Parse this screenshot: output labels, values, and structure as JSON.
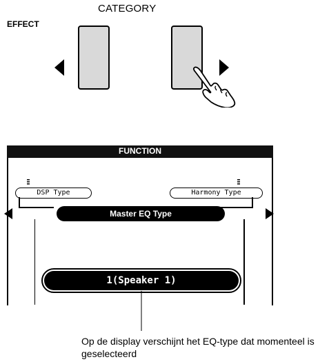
{
  "category": {
    "title": "CATEGORY"
  },
  "lcd": {
    "header": "FUNCTION",
    "effect_label": "EFFECT",
    "items": [
      {
        "label": "DSP Type"
      },
      {
        "label": "Harmony Type"
      }
    ],
    "master_label": "Master EQ Type",
    "value_label": "1(Speaker 1)"
  },
  "caption": "Op de display verschijnt het EQ-type dat momenteel is geselecteerd"
}
